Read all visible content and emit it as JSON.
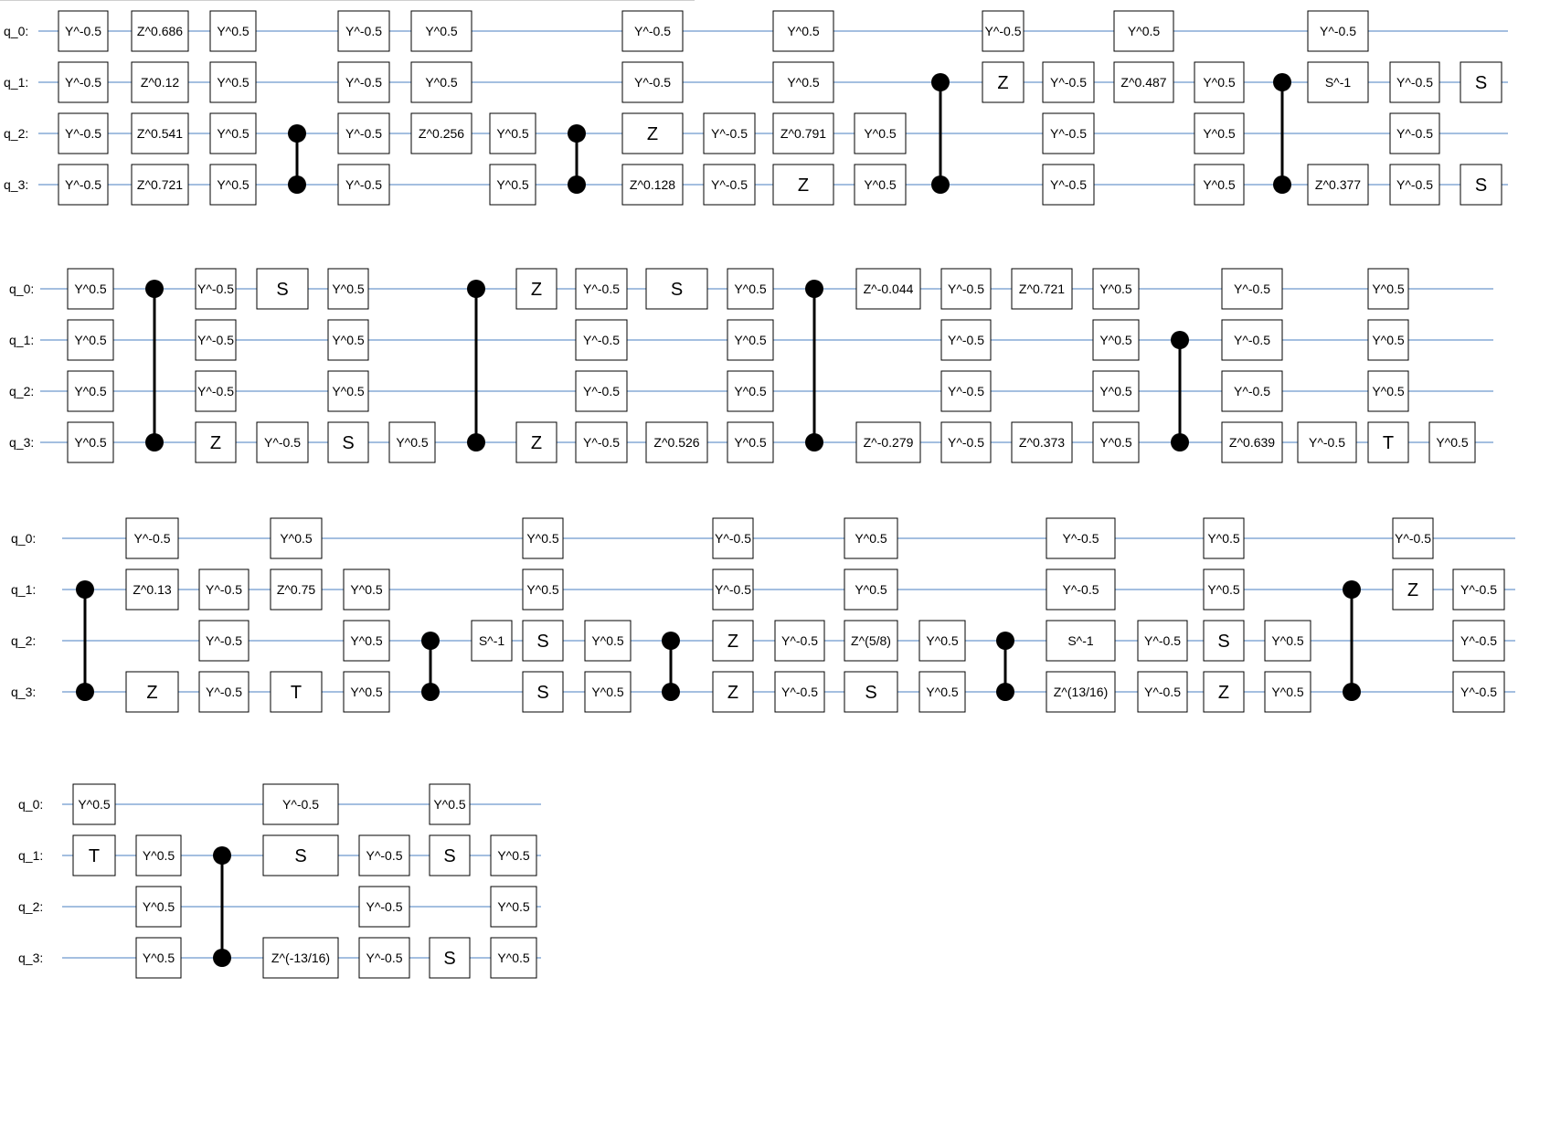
{
  "qubit_labels": [
    "q_0:",
    "q_1:",
    "q_2:",
    "q_3:"
  ],
  "colors": {
    "wire": "#4a7fc1",
    "gate_border": "#000000",
    "control": "#000000",
    "background": "#ffffff"
  },
  "rows": [
    {
      "gates": [
        {
          "q": 0,
          "t": "Y^-0.5"
        },
        {
          "q": 1,
          "t": "Y^-0.5"
        },
        {
          "q": 2,
          "t": "Y^-0.5"
        },
        {
          "q": 3,
          "t": "Y^-0.5"
        },
        {
          "q": 0,
          "t": "Z^0.686"
        },
        {
          "q": 1,
          "t": "Z^0.12"
        },
        {
          "q": 2,
          "t": "Z^0.541"
        },
        {
          "q": 3,
          "t": "Z^0.721"
        },
        {
          "q": 0,
          "t": "Y^0.5"
        },
        {
          "q": 1,
          "t": "Y^0.5"
        },
        {
          "q": 2,
          "t": "Y^0.5"
        },
        {
          "q": 3,
          "t": "Y^0.5"
        },
        {
          "cz": [
            2,
            3
          ]
        },
        {
          "q": 0,
          "t": "Y^-0.5"
        },
        {
          "q": 1,
          "t": "Y^-0.5"
        },
        {
          "q": 2,
          "t": "Y^-0.5"
        },
        {
          "q": 3,
          "t": "Y^-0.5"
        },
        {
          "q": 2,
          "t": "Z^0.256"
        },
        {
          "q": 0,
          "t": "Y^0.5"
        },
        {
          "q": 1,
          "t": "Y^0.5"
        },
        {
          "q": 2,
          "t": "Y^0.5"
        },
        {
          "q": 3,
          "t": "Y^0.5"
        },
        {
          "cz": [
            2,
            3
          ]
        },
        {
          "q": 2,
          "t": "Z"
        },
        {
          "q": 3,
          "t": "Z^0.128"
        },
        {
          "q": 0,
          "t": "Y^-0.5"
        },
        {
          "q": 1,
          "t": "Y^-0.5"
        },
        {
          "q": 2,
          "t": "Y^-0.5"
        },
        {
          "q": 3,
          "t": "Y^-0.5"
        },
        {
          "q": 2,
          "t": "Z^0.791"
        },
        {
          "q": 3,
          "t": "Z"
        },
        {
          "q": 0,
          "t": "Y^0.5"
        },
        {
          "q": 1,
          "t": "Y^0.5"
        },
        {
          "q": 2,
          "t": "Y^0.5"
        },
        {
          "q": 3,
          "t": "Y^0.5"
        },
        {
          "cz": [
            1,
            3
          ]
        },
        {
          "q": 1,
          "t": "Z"
        },
        {
          "q": 0,
          "t": "Y^-0.5"
        },
        {
          "q": 1,
          "t": "Y^-0.5"
        },
        {
          "q": 2,
          "t": "Y^-0.5"
        },
        {
          "q": 3,
          "t": "Y^-0.5"
        },
        {
          "q": 1,
          "t": "Z^0.487"
        },
        {
          "q": 0,
          "t": "Y^0.5"
        },
        {
          "q": 1,
          "t": "Y^0.5"
        },
        {
          "q": 2,
          "t": "Y^0.5"
        },
        {
          "q": 3,
          "t": "Y^0.5"
        },
        {
          "cz": [
            1,
            3
          ]
        },
        {
          "q": 1,
          "t": "S^-1"
        },
        {
          "q": 3,
          "t": "Z^0.377"
        },
        {
          "q": 0,
          "t": "Y^-0.5"
        },
        {
          "q": 1,
          "t": "Y^-0.5"
        },
        {
          "q": 2,
          "t": "Y^-0.5"
        },
        {
          "q": 3,
          "t": "Y^-0.5"
        },
        {
          "q": 1,
          "t": "S"
        },
        {
          "q": 3,
          "t": "S"
        }
      ]
    },
    {
      "gates": [
        {
          "q": 0,
          "t": "Y^0.5"
        },
        {
          "q": 1,
          "t": "Y^0.5"
        },
        {
          "q": 2,
          "t": "Y^0.5"
        },
        {
          "q": 3,
          "t": "Y^0.5"
        },
        {
          "cz": [
            0,
            3
          ]
        },
        {
          "q": 3,
          "t": "Z"
        },
        {
          "q": 0,
          "t": "Y^-0.5"
        },
        {
          "q": 1,
          "t": "Y^-0.5"
        },
        {
          "q": 2,
          "t": "Y^-0.5"
        },
        {
          "q": 3,
          "t": "Y^-0.5"
        },
        {
          "q": 0,
          "t": "S"
        },
        {
          "q": 3,
          "t": "S"
        },
        {
          "q": 0,
          "t": "Y^0.5"
        },
        {
          "q": 1,
          "t": "Y^0.5"
        },
        {
          "q": 2,
          "t": "Y^0.5"
        },
        {
          "q": 3,
          "t": "Y^0.5"
        },
        {
          "cz": [
            0,
            3
          ]
        },
        {
          "q": 0,
          "t": "Z"
        },
        {
          "q": 3,
          "t": "Z"
        },
        {
          "q": 0,
          "t": "Y^-0.5"
        },
        {
          "q": 1,
          "t": "Y^-0.5"
        },
        {
          "q": 2,
          "t": "Y^-0.5"
        },
        {
          "q": 3,
          "t": "Y^-0.5"
        },
        {
          "q": 0,
          "t": "S"
        },
        {
          "q": 3,
          "t": "Z^0.526"
        },
        {
          "q": 0,
          "t": "Y^0.5"
        },
        {
          "q": 1,
          "t": "Y^0.5"
        },
        {
          "q": 2,
          "t": "Y^0.5"
        },
        {
          "q": 3,
          "t": "Y^0.5"
        },
        {
          "cz": [
            0,
            3
          ]
        },
        {
          "q": 0,
          "t": "Z^-0.044"
        },
        {
          "q": 3,
          "t": "Z^-0.279"
        },
        {
          "q": 0,
          "t": "Y^-0.5"
        },
        {
          "q": 1,
          "t": "Y^-0.5"
        },
        {
          "q": 2,
          "t": "Y^-0.5"
        },
        {
          "q": 3,
          "t": "Y^-0.5"
        },
        {
          "q": 0,
          "t": "Z^0.721"
        },
        {
          "q": 3,
          "t": "Z^0.373"
        },
        {
          "q": 0,
          "t": "Y^0.5"
        },
        {
          "q": 1,
          "t": "Y^0.5"
        },
        {
          "q": 2,
          "t": "Y^0.5"
        },
        {
          "q": 3,
          "t": "Y^0.5"
        },
        {
          "cz": [
            1,
            3
          ]
        },
        {
          "q": 3,
          "t": "Z^0.639"
        },
        {
          "q": 0,
          "t": "Y^-0.5"
        },
        {
          "q": 1,
          "t": "Y^-0.5"
        },
        {
          "q": 2,
          "t": "Y^-0.5"
        },
        {
          "q": 3,
          "t": "Y^-0.5"
        },
        {
          "q": 3,
          "t": "T"
        },
        {
          "q": 0,
          "t": "Y^0.5"
        },
        {
          "q": 1,
          "t": "Y^0.5"
        },
        {
          "q": 2,
          "t": "Y^0.5"
        },
        {
          "q": 3,
          "t": "Y^0.5"
        }
      ]
    },
    {
      "gates": [
        {
          "cz": [
            1,
            3
          ]
        },
        {
          "q": 1,
          "t": "Z^0.13"
        },
        {
          "q": 3,
          "t": "Z"
        },
        {
          "q": 0,
          "t": "Y^-0.5"
        },
        {
          "q": 1,
          "t": "Y^-0.5"
        },
        {
          "q": 2,
          "t": "Y^-0.5"
        },
        {
          "q": 3,
          "t": "Y^-0.5"
        },
        {
          "q": 1,
          "t": "Z^0.75"
        },
        {
          "q": 3,
          "t": "T"
        },
        {
          "q": 0,
          "t": "Y^0.5"
        },
        {
          "q": 1,
          "t": "Y^0.5"
        },
        {
          "q": 2,
          "t": "Y^0.5"
        },
        {
          "q": 3,
          "t": "Y^0.5"
        },
        {
          "cz": [
            2,
            3
          ]
        },
        {
          "q": 2,
          "t": "S^-1"
        },
        {
          "q": 2,
          "t": "S"
        },
        {
          "q": 3,
          "t": "S"
        },
        {
          "q": 0,
          "t": "Y^0.5"
        },
        {
          "q": 1,
          "t": "Y^0.5"
        },
        {
          "q": 2,
          "t": "Y^0.5"
        },
        {
          "q": 3,
          "t": "Y^0.5"
        },
        {
          "cz": [
            2,
            3
          ]
        },
        {
          "q": 2,
          "t": "Z"
        },
        {
          "q": 3,
          "t": "Z"
        },
        {
          "q": 0,
          "t": "Y^-0.5"
        },
        {
          "q": 1,
          "t": "Y^-0.5"
        },
        {
          "q": 2,
          "t": "Y^-0.5"
        },
        {
          "q": 3,
          "t": "Y^-0.5"
        },
        {
          "q": 2,
          "t": "Z^(5/8)"
        },
        {
          "q": 3,
          "t": "S"
        },
        {
          "q": 0,
          "t": "Y^0.5"
        },
        {
          "q": 1,
          "t": "Y^0.5"
        },
        {
          "q": 2,
          "t": "Y^0.5"
        },
        {
          "q": 3,
          "t": "Y^0.5"
        },
        {
          "cz": [
            2,
            3
          ]
        },
        {
          "q": 2,
          "t": "S^-1"
        },
        {
          "q": 3,
          "t": "Z^(13/16)"
        },
        {
          "q": 0,
          "t": "Y^-0.5"
        },
        {
          "q": 1,
          "t": "Y^-0.5"
        },
        {
          "q": 2,
          "t": "Y^-0.5"
        },
        {
          "q": 3,
          "t": "Y^-0.5"
        },
        {
          "q": 2,
          "t": "S"
        },
        {
          "q": 3,
          "t": "Z"
        },
        {
          "q": 0,
          "t": "Y^0.5"
        },
        {
          "q": 1,
          "t": "Y^0.5"
        },
        {
          "q": 2,
          "t": "Y^0.5"
        },
        {
          "q": 3,
          "t": "Y^0.5"
        },
        {
          "cz": [
            1,
            3
          ]
        },
        {
          "q": 1,
          "t": "Z"
        },
        {
          "q": 0,
          "t": "Y^-0.5"
        },
        {
          "q": 1,
          "t": "Y^-0.5"
        },
        {
          "q": 2,
          "t": "Y^-0.5"
        },
        {
          "q": 3,
          "t": "Y^-0.5"
        }
      ]
    },
    {
      "gates": [
        {
          "q": 1,
          "t": "T"
        },
        {
          "q": 0,
          "t": "Y^0.5"
        },
        {
          "q": 1,
          "t": "Y^0.5"
        },
        {
          "q": 2,
          "t": "Y^0.5"
        },
        {
          "q": 3,
          "t": "Y^0.5"
        },
        {
          "cz": [
            1,
            3
          ]
        },
        {
          "q": 1,
          "t": "S"
        },
        {
          "q": 3,
          "t": "Z^(-13/16)"
        },
        {
          "q": 0,
          "t": "Y^-0.5"
        },
        {
          "q": 1,
          "t": "Y^-0.5"
        },
        {
          "q": 2,
          "t": "Y^-0.5"
        },
        {
          "q": 3,
          "t": "Y^-0.5"
        },
        {
          "q": 1,
          "t": "S"
        },
        {
          "q": 3,
          "t": "S"
        },
        {
          "q": 0,
          "t": "Y^0.5"
        },
        {
          "q": 1,
          "t": "Y^0.5"
        },
        {
          "q": 2,
          "t": "Y^0.5"
        },
        {
          "q": 3,
          "t": "Y^0.5"
        }
      ]
    }
  ]
}
